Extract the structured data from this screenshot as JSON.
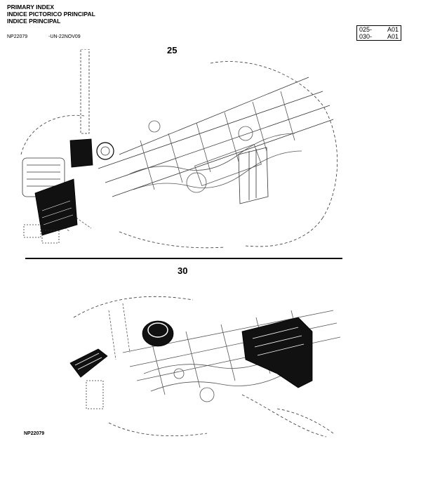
{
  "header": {
    "title_en": "PRIMARY INDEX",
    "title_pt": "INDICE PICTORICO PRINCIPAL",
    "title_es": "INDICE PRINCIPAL"
  },
  "reference": {
    "code": "NP22079",
    "revision": "-UN-22NOV09"
  },
  "page_refs": [
    {
      "left": "025-",
      "right": "A01"
    },
    {
      "left": "030-",
      "right": "A01"
    }
  ],
  "sections": [
    {
      "number": "25"
    },
    {
      "number": "30"
    }
  ],
  "footer": {
    "code": "NP22079"
  }
}
